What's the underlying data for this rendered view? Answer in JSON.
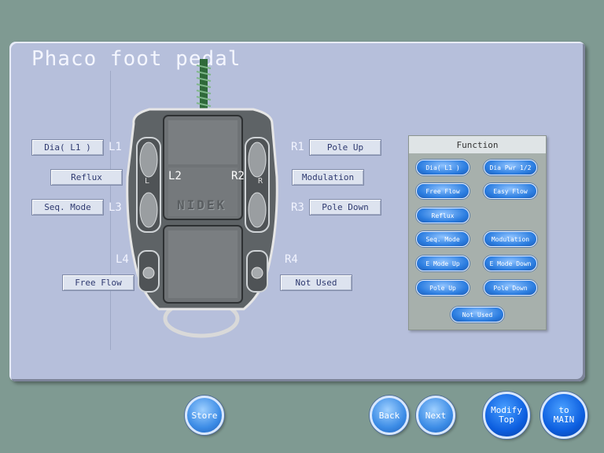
{
  "title": "Phaco foot pedal",
  "pedal": {
    "brand": "NIDEK",
    "l2": "L2",
    "r2": "R2",
    "left_cap": "L",
    "right_cap": "R"
  },
  "switch_marks": {
    "l1": "L1",
    "l3": "L3",
    "l4": "L4",
    "r1": "R1",
    "r3": "R3",
    "r4": "R4"
  },
  "assignments": {
    "l1": "Dia( L1 )",
    "l2": "Reflux",
    "l3": "Seq. Mode",
    "l4": "Free Flow",
    "r1": "Pole Up",
    "r2": "Modulation",
    "r3": "Pole Down",
    "r4": "Not Used"
  },
  "function_panel": {
    "header": "Function",
    "buttons": [
      "Dia( L1 )",
      "Dia Pwr 1/2",
      "Free Flow",
      "Easy Flow",
      "Reflux",
      "Seq. Mode",
      "Modulation",
      "E Mode Up",
      "E Mode Down",
      "Pole Up",
      "Pole Down",
      "Not Used"
    ]
  },
  "bottom": {
    "store": "Store",
    "back": "Back",
    "next": "Next",
    "modify_line1": "Modify",
    "modify_line2": "Top",
    "main_line1": "to",
    "main_line2": "MAIN"
  }
}
